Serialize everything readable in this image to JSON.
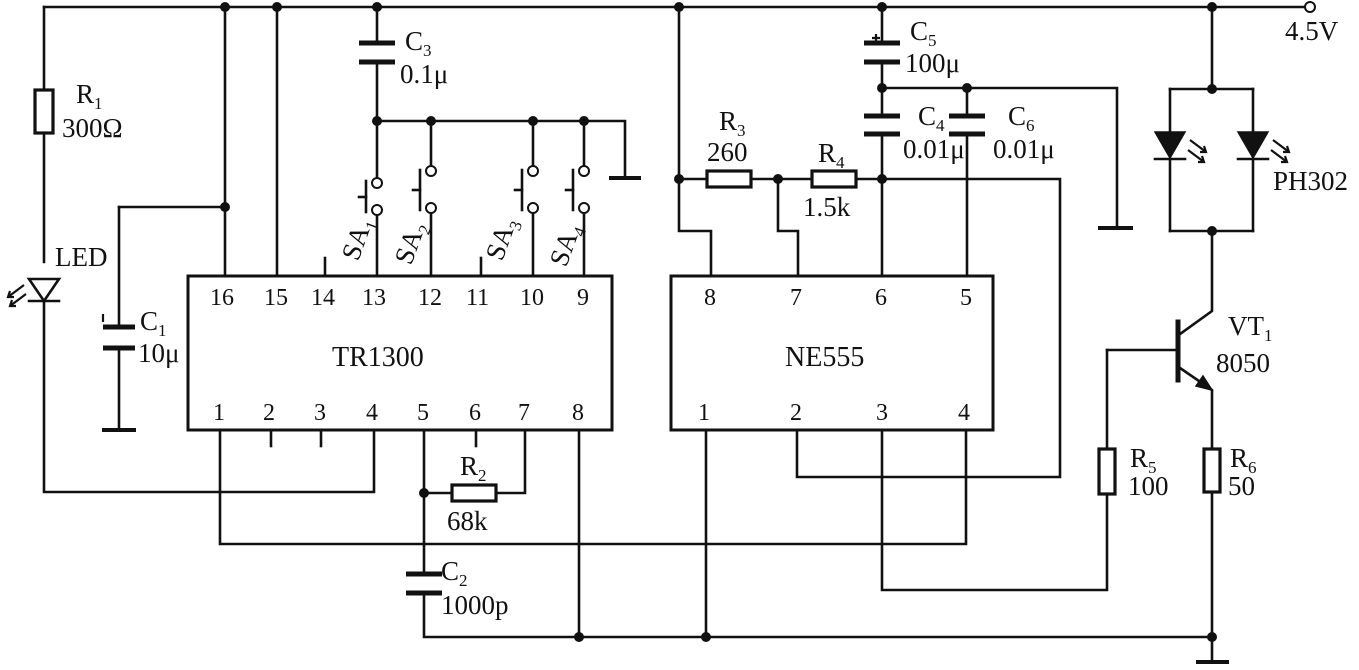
{
  "supply": {
    "voltage": "4.5V"
  },
  "ics": {
    "tr1300": {
      "name": "TR1300",
      "top_pins": [
        "16",
        "15",
        "14",
        "13",
        "12",
        "11",
        "10",
        "9"
      ],
      "bottom_pins": [
        "1",
        "2",
        "3",
        "4",
        "5",
        "6",
        "7",
        "8"
      ]
    },
    "ne555": {
      "name": "NE555",
      "top_pins": [
        "8",
        "7",
        "6",
        "5"
      ],
      "bottom_pins": [
        "1",
        "2",
        "3",
        "4"
      ]
    }
  },
  "resistors": {
    "r1": {
      "ref": "R",
      "sub": "1",
      "value": "300Ω"
    },
    "r2": {
      "ref": "R",
      "sub": "2",
      "value": "68k"
    },
    "r3": {
      "ref": "R",
      "sub": "3",
      "value": "260"
    },
    "r4": {
      "ref": "R",
      "sub": "4",
      "value": "1.5k"
    },
    "r5": {
      "ref": "R",
      "sub": "5",
      "value": "100"
    },
    "r6": {
      "ref": "R",
      "sub": "6",
      "value": "50"
    }
  },
  "capacitors": {
    "c1": {
      "ref": "C",
      "sub": "1",
      "value": "10μ"
    },
    "c2": {
      "ref": "C",
      "sub": "2",
      "value": "1000p"
    },
    "c3": {
      "ref": "C",
      "sub": "3",
      "value": "0.1μ"
    },
    "c4": {
      "ref": "C",
      "sub": "4",
      "value": "0.01μ"
    },
    "c5": {
      "ref": "C",
      "sub": "5",
      "value": "100μ"
    },
    "c6": {
      "ref": "C",
      "sub": "6",
      "value": "0.01μ"
    }
  },
  "switches": {
    "sa1": {
      "ref": "SA",
      "sub": "1"
    },
    "sa2": {
      "ref": "SA",
      "sub": "2"
    },
    "sa3": {
      "ref": "SA",
      "sub": "3"
    },
    "sa4": {
      "ref": "SA",
      "sub": "4"
    }
  },
  "led": {
    "label": "LED"
  },
  "transistor": {
    "ref": "VT",
    "sub": "1",
    "part": "8050"
  },
  "emitters": {
    "label": "PH302"
  }
}
